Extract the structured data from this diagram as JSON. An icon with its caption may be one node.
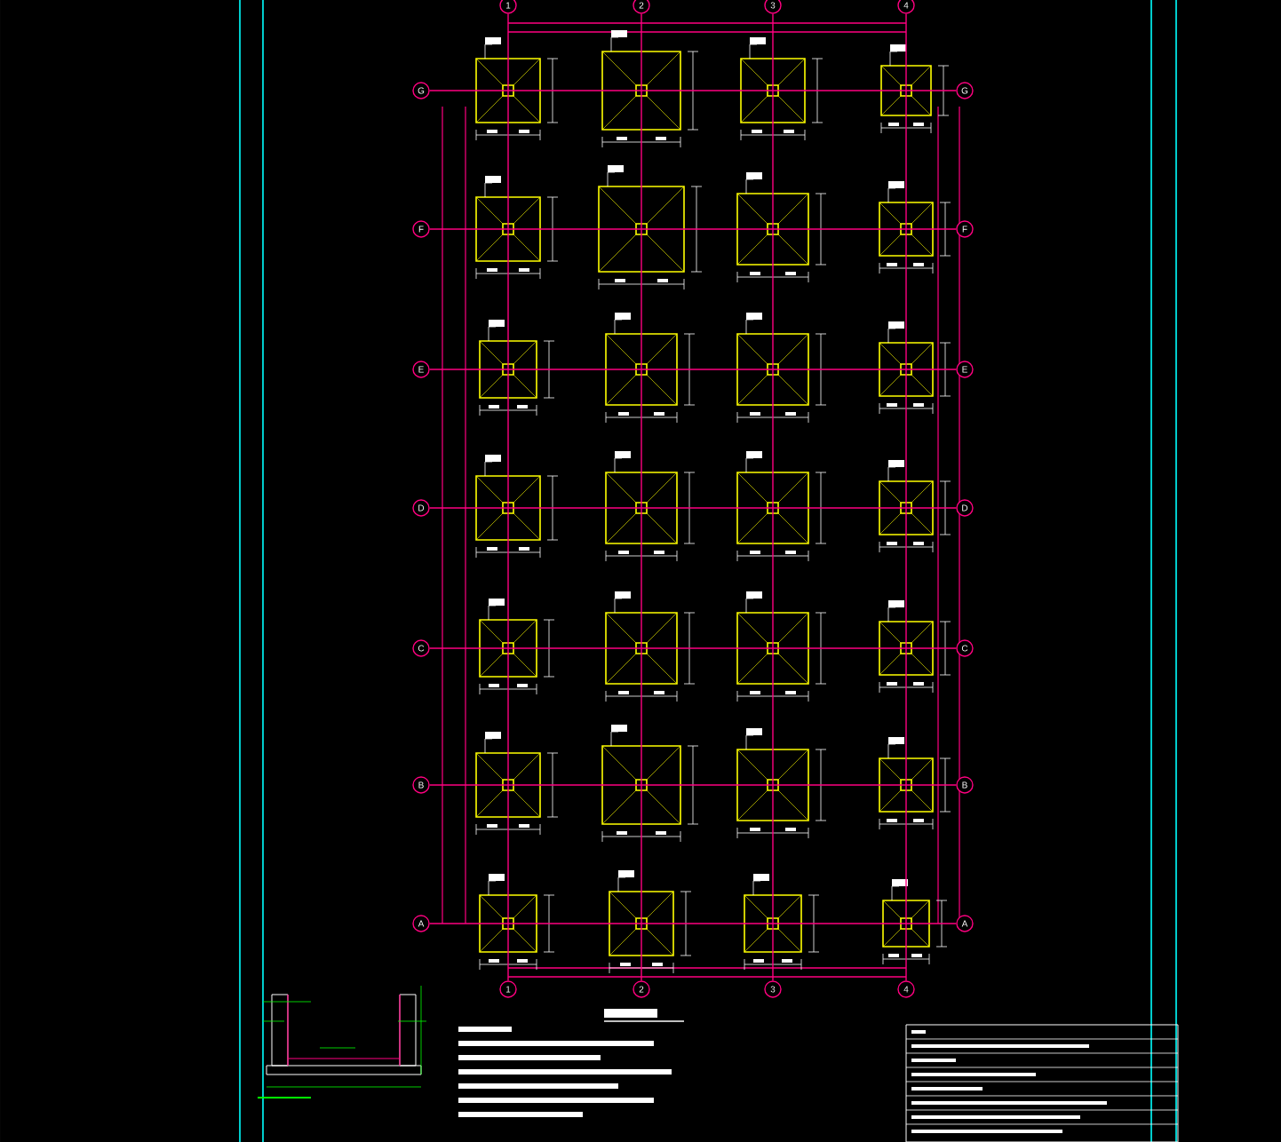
{
  "diagram": {
    "nodes": [
      {
        "text": [
          "1"
        ]
      },
      {
        "text": [
          "2"
        ]
      },
      {
        "text": [
          "3"
        ]
      },
      {
        "text": [
          "4"
        ]
      },
      {
        "text": [
          "G"
        ]
      },
      {
        "text": [
          "F"
        ]
      },
      {
        "text": [
          "E"
        ]
      },
      {
        "text": [
          "D"
        ]
      },
      {
        "text": [
          "C"
        ]
      },
      {
        "text": [
          "B"
        ]
      },
      {
        "text": [
          "A"
        ]
      },
      {
        "text": [
          "G"
        ]
      },
      {
        "text": [
          "F"
        ]
      },
      {
        "text": [
          "E"
        ]
      },
      {
        "text": [
          "D"
        ]
      },
      {
        "text": [
          "C"
        ]
      },
      {
        "text": [
          "B"
        ]
      },
      {
        "text": [
          "A"
        ]
      },
      {
        "text": [
          "1"
        ]
      },
      {
        "text": [
          "2"
        ]
      },
      {
        "text": [
          "3"
        ]
      },
      {
        "text": [
          "4"
        ]
      }
    ],
    "edges": [
      {
        "from": 0,
        "to": 18,
        "arrow": "none"
      },
      {
        "from": 1,
        "to": 19,
        "arrow": "none"
      },
      {
        "from": 2,
        "to": 20,
        "arrow": "none"
      },
      {
        "from": 3,
        "to": 21,
        "arrow": "none"
      },
      {
        "from": 4,
        "to": 11,
        "arrow": "none"
      },
      {
        "from": 5,
        "to": 12,
        "arrow": "none"
      },
      {
        "from": 6,
        "to": 13,
        "arrow": "none"
      },
      {
        "from": 7,
        "to": 14,
        "arrow": "none"
      },
      {
        "from": 8,
        "to": 15,
        "arrow": "none"
      },
      {
        "from": 9,
        "to": 16,
        "arrow": "none"
      },
      {
        "from": 10,
        "to": 17,
        "arrow": "none"
      }
    ]
  }
}
